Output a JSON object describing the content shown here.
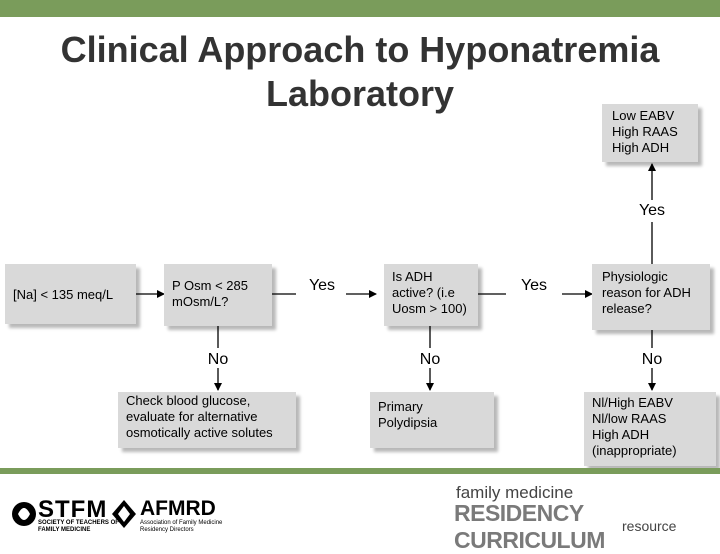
{
  "title": {
    "line1": "Clinical Approach to Hyponatremia",
    "line2": "Laboratory"
  },
  "boxes": {
    "na": {
      "lines": [
        "[Na] < 135 meq/L"
      ]
    },
    "posm": {
      "lines": [
        "P Osm < 285",
        "mOsm/L?"
      ]
    },
    "adh": {
      "lines": [
        "Is ADH",
        "active? (i.e",
        "Uosm > 100)"
      ]
    },
    "physio": {
      "lines": [
        "Physiologic",
        "reason for ADH",
        "release?"
      ]
    },
    "lowe": {
      "lines": [
        "Low EABV",
        "High RAAS",
        "High ADH"
      ]
    },
    "glucose": {
      "lines": [
        "Check blood glucose,",
        "evaluate for alternative",
        "osmotically active solutes"
      ]
    },
    "primary": {
      "lines": [
        "Primary",
        "Polydipsia"
      ]
    },
    "nlhigh": {
      "lines": [
        "Nl/High EABV",
        "Nl/low RAAS",
        "High ADH",
        "(inappropriate)"
      ]
    }
  },
  "labels": {
    "yes": "Yes",
    "no": "No"
  },
  "footer": {
    "stfm": "STFM",
    "stfm_sub1": "SOCIETY OF TEACHERS OF",
    "stfm_sub2": "FAMILY MEDICINE",
    "afmrd": "AFMRD",
    "afmrd_sub1": "Association of Family Medicine",
    "afmrd_sub2": "Residency Directors",
    "fm_line1": "family medicine",
    "fm_line2": "RESIDENCY CURRICULUM",
    "fm_line3": "resource"
  },
  "colors": {
    "accent_green": "#7a9c5b",
    "box_fill": "#d9d9d9",
    "title_text": "#333333"
  }
}
